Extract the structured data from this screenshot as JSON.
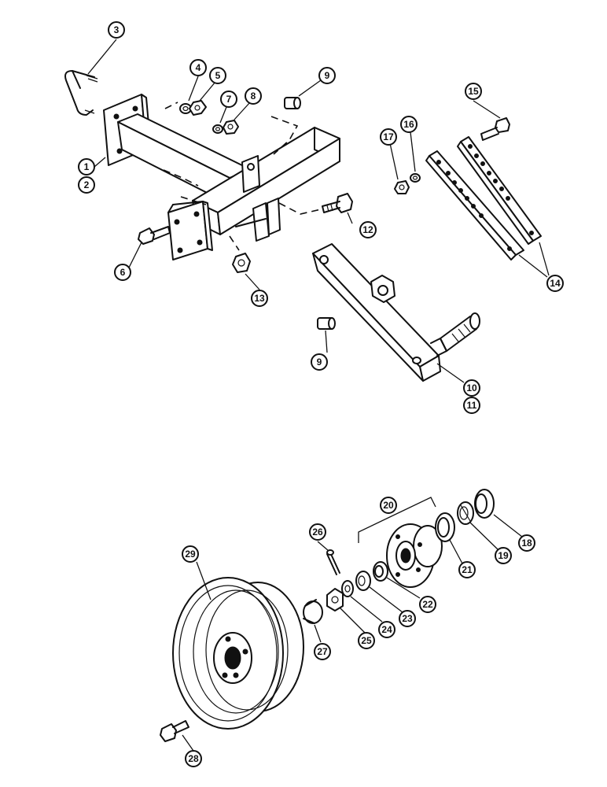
{
  "callouts": {
    "c1": "1",
    "c2": "2",
    "c3": "3",
    "c4": "4",
    "c5": "5",
    "c6": "6",
    "c7": "7",
    "c8": "8",
    "c9a": "9",
    "c9b": "9",
    "c10": "10",
    "c11": "11",
    "c12": "12",
    "c13": "13",
    "c14": "14",
    "c15": "15",
    "c16": "16",
    "c17": "17",
    "c18": "18",
    "c19": "19",
    "c20": "20",
    "c21": "21",
    "c22": "22",
    "c23": "23",
    "c24": "24",
    "c25": "25",
    "c26": "26",
    "c27": "27",
    "c28": "28",
    "c29": "29"
  }
}
